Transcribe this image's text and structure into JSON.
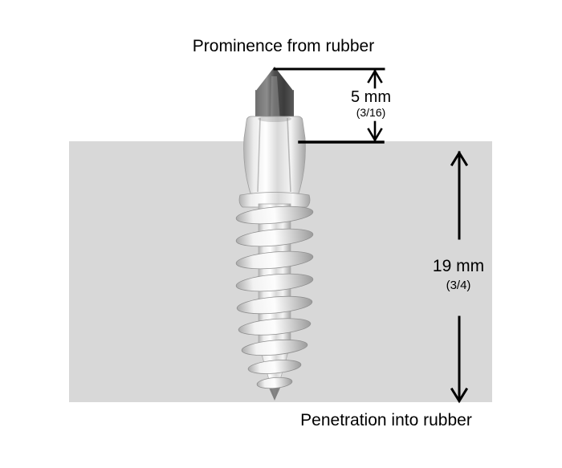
{
  "diagram": {
    "prominence_label": "Prominence from rubber",
    "penetration_label": "Penetration into rubber",
    "dimensions": {
      "prominence": {
        "value": "5 mm",
        "fraction": "(3/16)"
      },
      "penetration": {
        "value": "19 mm",
        "fraction": "(3/4)"
      }
    },
    "colors": {
      "background": "#ffffff",
      "rubber_block": "#d8d8d8",
      "dimension_lines": "#000000",
      "text": "#000000",
      "stud_metal": "#e9e9e9",
      "stud_carbide_tip": "#4a4a4a"
    },
    "illustration": "screw-in tire stud with carbide tip, hex flange and threaded body embedded in rubber"
  }
}
